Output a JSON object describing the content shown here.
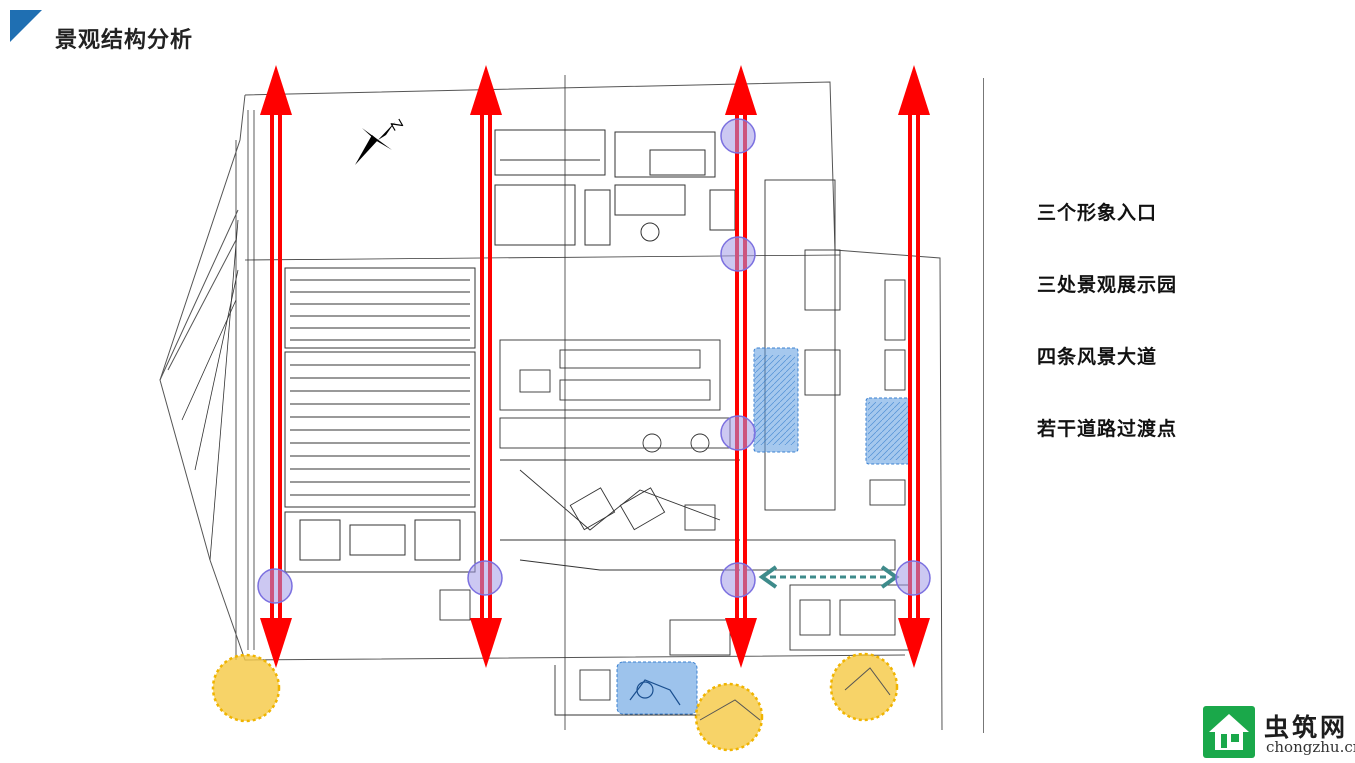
{
  "header": {
    "title": "景观结构分析"
  },
  "legend": {
    "items": [
      "三个形象入口",
      "三处景观展示园",
      "四条风景大道",
      "若干道路过渡点"
    ]
  },
  "watermark": {
    "name": "虫筑网",
    "domain": "chongzhu.cn"
  },
  "colors": {
    "accent": "#1f6fb2",
    "avenue_arrow": "#ff0000",
    "entrance_circle": "#f5c842",
    "garden_zone": "#2f7fd0",
    "transition_point": "#9b93e8",
    "link_arrow": "#3e8b8b",
    "logo_green": "#1aa84a"
  }
}
